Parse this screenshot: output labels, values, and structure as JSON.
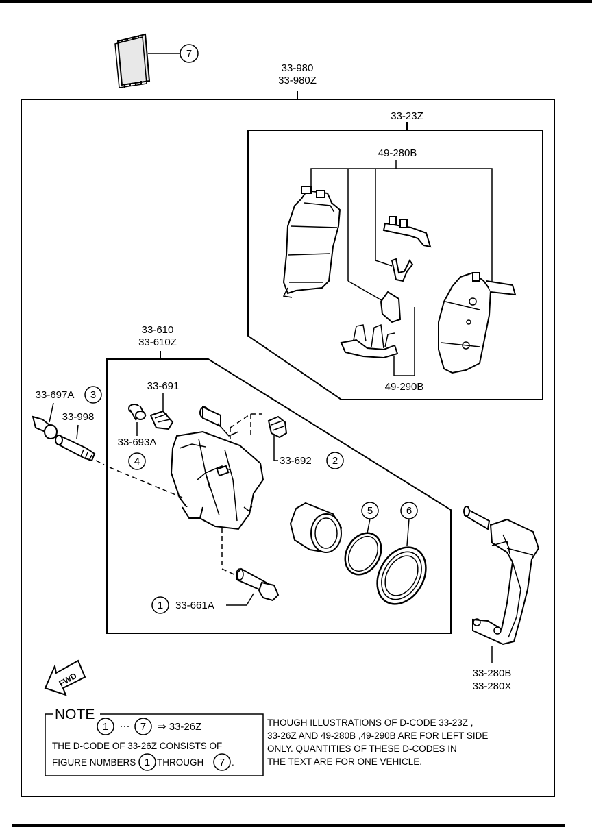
{
  "labels": {
    "kit_main": [
      "33-980",
      "33-980Z"
    ],
    "pad_set": "33-23Z",
    "shim_top": "49-280B",
    "shim_bottom": "49-290B",
    "caliper": [
      "33-610",
      "33-610Z"
    ],
    "bleeder": "33-691",
    "bleeder_cap": "33-693A",
    "boot_guide": "33-697A",
    "guide_pin": "33-998",
    "dust_boot": "33-692",
    "bolt": "33-661A",
    "mounting": [
      "33-280B",
      "33-280X"
    ]
  },
  "callouts": {
    "c1": "1",
    "c2": "2",
    "c3": "3",
    "c4": "4",
    "c5": "5",
    "c6": "6",
    "c7": "7"
  },
  "fwd": "FWD",
  "note": {
    "heading": "NOTE",
    "ellipsis": "···",
    "arrow_code": "⇒  33-26Z",
    "line2": "THE D-CODE OF  33-26Z  CONSISTS OF",
    "line3a": "FIGURE NUMBERS",
    "line3b": "THROUGH",
    "line3c": ".",
    "side_text": [
      "THOUGH ILLUSTRATIONS OF D-CODE 33-23Z ,",
      "33-26Z  AND  49-280B  ,49-290B ARE FOR LEFT SIDE",
      "ONLY. QUANTITIES OF THESE D-CODES IN",
      "THE TEXT ARE FOR ONE VEHICLE."
    ]
  }
}
